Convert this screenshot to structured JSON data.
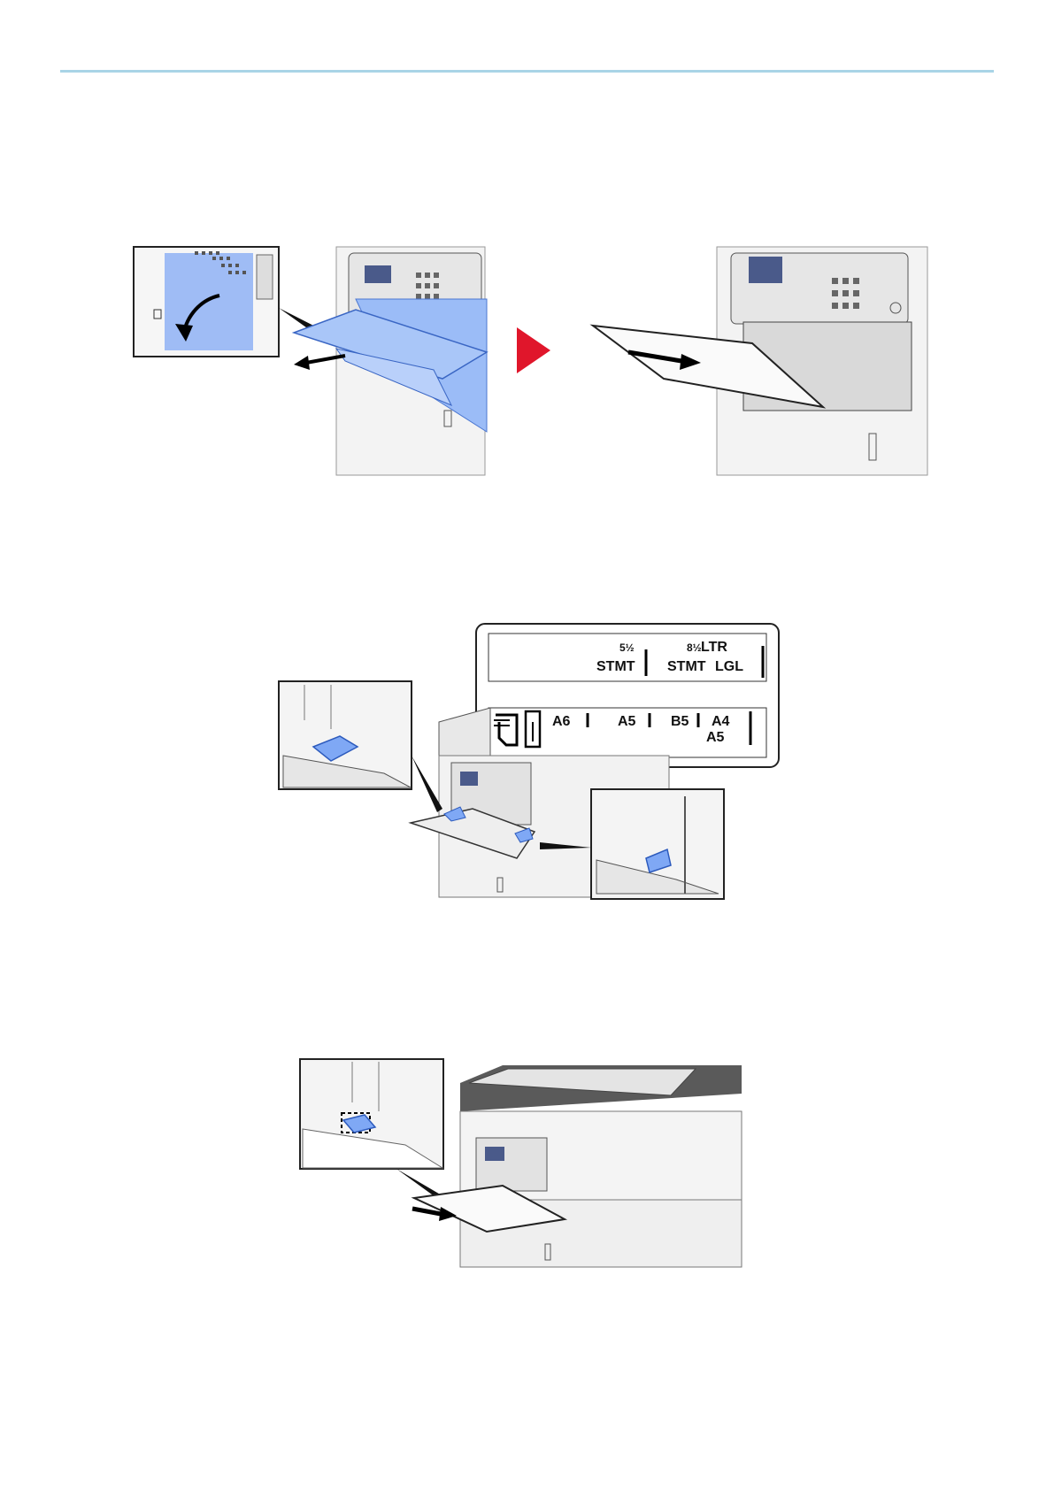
{
  "page": {
    "rule_color": "#a9d4e6",
    "accent_blue": "#7fa8f5",
    "arrow_red": "#e0162b"
  },
  "figures": {
    "fig1": {
      "left_inset_icon": "curved-arrow-icon",
      "step_arrow_icon": "red-triangle-right-icon",
      "right_label": ""
    },
    "fig2": {
      "guide_top_row": {
        "item1_fraction": "5½",
        "item1_label": "STMT",
        "item2_fraction": "8½",
        "item2_label_a": "LTR",
        "item2_label_b": "STMT",
        "item2_label_c": "LGL"
      },
      "guide_bottom_row": {
        "a6": "A6",
        "a5": "A5",
        "b5": "B5",
        "a4": "A4",
        "a5b": "A5"
      },
      "paper_icon": "paper-feed-icon",
      "guide_icon": "paper-guide-icon"
    },
    "fig3": {
      "inset_icon": "guide-detail-icon"
    }
  }
}
